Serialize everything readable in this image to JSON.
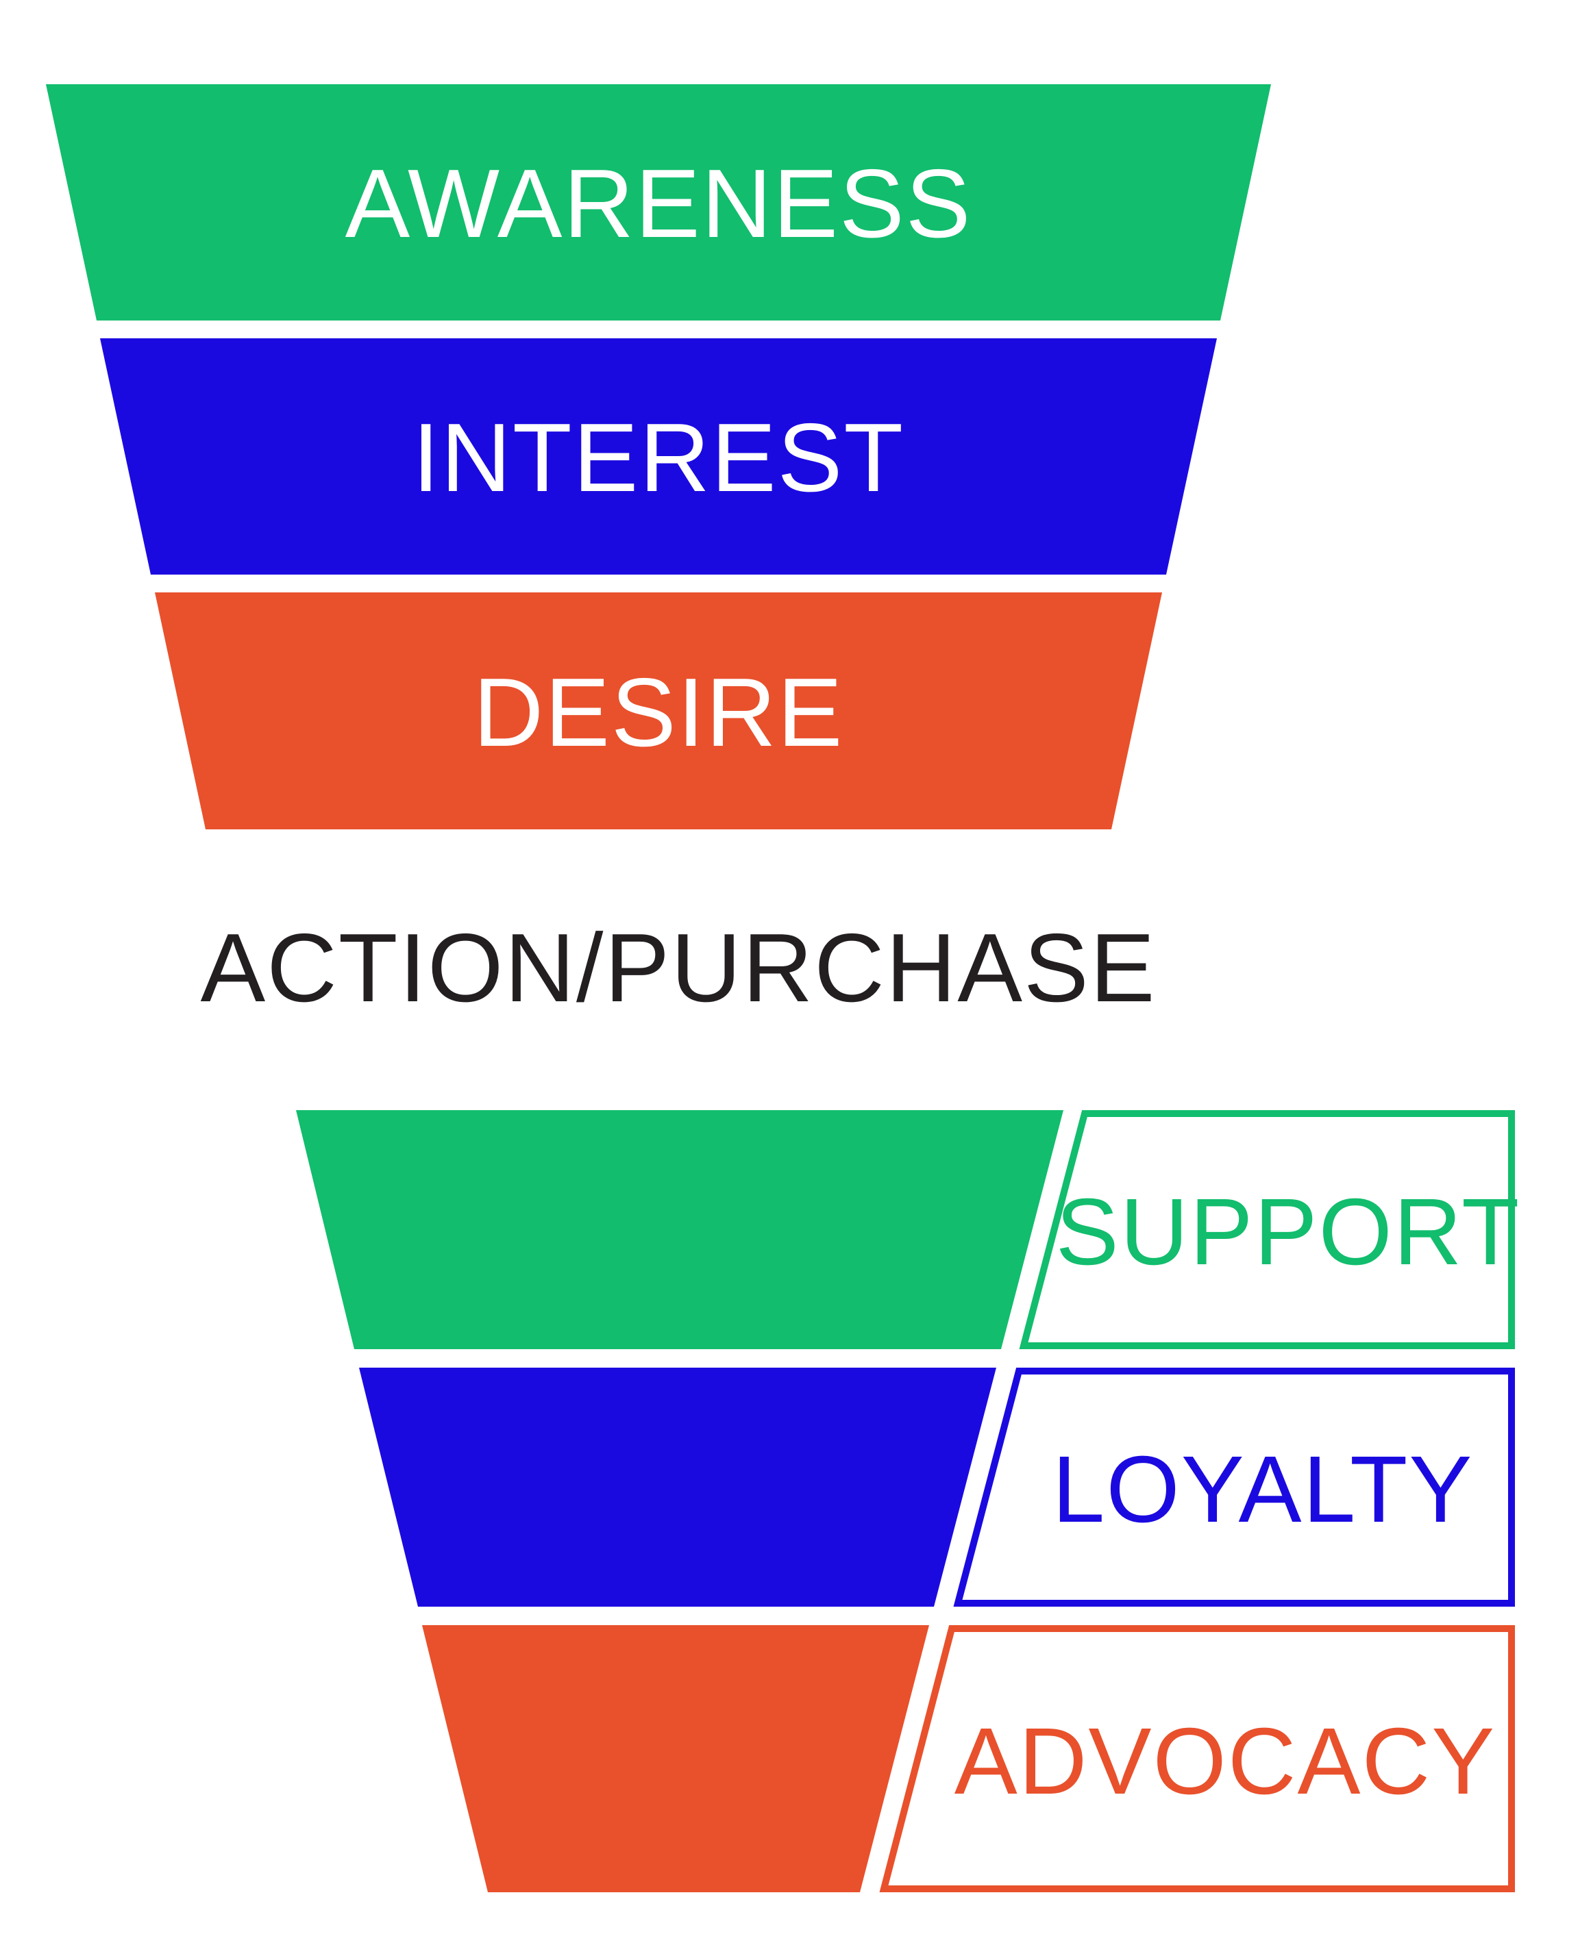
{
  "colors": {
    "green": "#12BD6D",
    "blue": "#1B0AE0",
    "orange": "#E8512C",
    "dark": "#231F20",
    "white": "#FFFFFF",
    "background": "#FFFFFF"
  },
  "top_funnel": {
    "stages": [
      {
        "label": "AWARENESS",
        "color": "#12BD6D",
        "text_color": "#FFFFFF"
      },
      {
        "label": "INTEREST",
        "color": "#1B0AE0",
        "text_color": "#FFFFFF"
      },
      {
        "label": "DESIRE",
        "color": "#E8512C",
        "text_color": "#FFFFFF"
      }
    ]
  },
  "action_stage": {
    "label": "ACTION/PURCHASE",
    "text_color": "#231F20"
  },
  "bottom_funnel": {
    "stages": [
      {
        "label": "SUPPORT",
        "color": "#12BD6D",
        "text_color": "#12BD6D"
      },
      {
        "label": "LOYALTY",
        "color": "#1B0AE0",
        "text_color": "#1B0AE0"
      },
      {
        "label": "ADVOCACY",
        "color": "#E8512C",
        "text_color": "#E8512C"
      }
    ]
  }
}
